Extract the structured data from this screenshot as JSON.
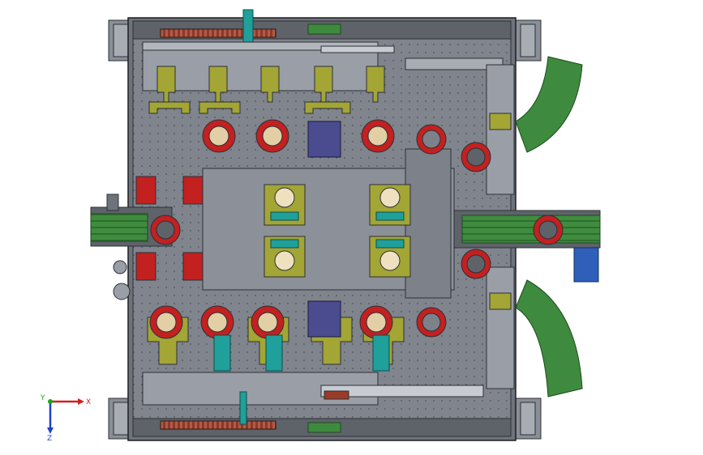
{
  "viewport": {
    "name": "cad-3d-viewport",
    "colors": {
      "background": "#ffffff",
      "frame": "#4b4f56",
      "plate": "#7c8088",
      "plate_dark": "#5c6068",
      "plate_light": "#a8acb3",
      "olive": "#a3a535",
      "green": "#3e8a3e",
      "red": "#c32020",
      "purple": "#4b4b90",
      "blue": "#2f5fb8",
      "teal": "#1fa09a",
      "tan": "#e3cfa6",
      "rust": "#9a3a28"
    }
  },
  "triad": {
    "x_label": "X",
    "y_label": "Y",
    "z_label": "Z",
    "x_color": "#d22020",
    "y_color": "#18a818",
    "z_color": "#2040c8"
  }
}
